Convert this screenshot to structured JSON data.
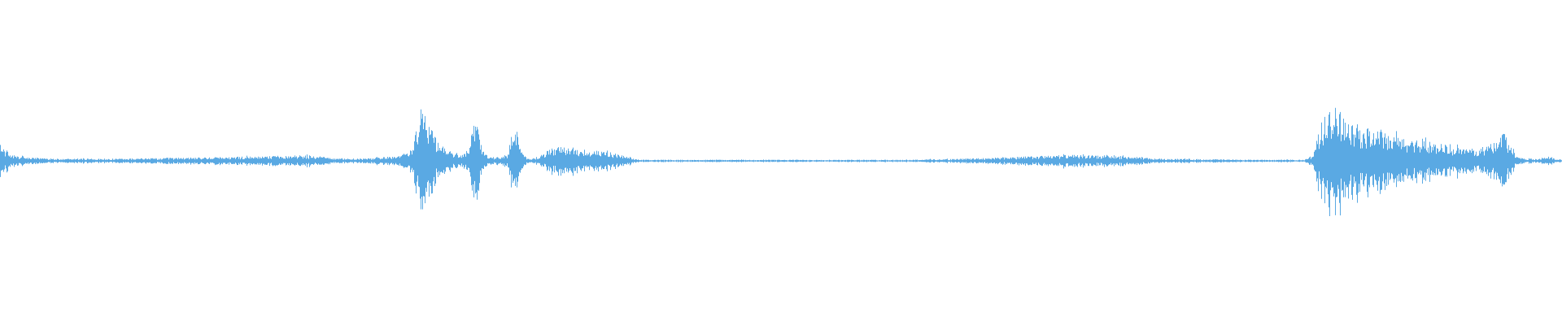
{
  "colors": {
    "background": "#ffffff",
    "waveform": "#5aa9e3"
  },
  "chart_data": {
    "type": "area",
    "mirrored": true,
    "grid": false,
    "legend": "none",
    "title": "",
    "xlabel": "",
    "ylabel": "",
    "xlim": [
      0,
      1
    ],
    "ylim": [
      -1,
      1
    ],
    "envelope": {
      "x": [
        0.0,
        0.003,
        0.01,
        0.03,
        0.08,
        0.13,
        0.17,
        0.19,
        0.205,
        0.215,
        0.222,
        0.235,
        0.24,
        0.25,
        0.258,
        0.262,
        0.266,
        0.268,
        0.27,
        0.272,
        0.275,
        0.278,
        0.285,
        0.295,
        0.3,
        0.303,
        0.306,
        0.308,
        0.312,
        0.32,
        0.325,
        0.328,
        0.33,
        0.332,
        0.334,
        0.336,
        0.34,
        0.345,
        0.35,
        0.352,
        0.356,
        0.365,
        0.375,
        0.385,
        0.395,
        0.4,
        0.405,
        0.41,
        0.415,
        0.42,
        0.43,
        0.5,
        0.56,
        0.58,
        0.62,
        0.64,
        0.66,
        0.68,
        0.7,
        0.72,
        0.74,
        0.8,
        0.835,
        0.84,
        0.843,
        0.846,
        0.85,
        0.856,
        0.862,
        0.87,
        0.88,
        0.89,
        0.9,
        0.91,
        0.92,
        0.93,
        0.94,
        0.95,
        0.955,
        0.96,
        0.962,
        0.965,
        0.97,
        0.975,
        0.985,
        0.99,
        0.995,
        1.0
      ],
      "amplitude": [
        0.14,
        0.1,
        0.04,
        0.02,
        0.02,
        0.03,
        0.04,
        0.05,
        0.04,
        0.02,
        0.02,
        0.02,
        0.03,
        0.04,
        0.06,
        0.08,
        0.25,
        0.42,
        0.56,
        0.45,
        0.35,
        0.22,
        0.1,
        0.06,
        0.1,
        0.34,
        0.3,
        0.15,
        0.04,
        0.03,
        0.06,
        0.28,
        0.3,
        0.2,
        0.08,
        0.03,
        0.02,
        0.04,
        0.08,
        0.1,
        0.12,
        0.12,
        0.1,
        0.08,
        0.06,
        0.04,
        0.02,
        0.01,
        0.01,
        0.01,
        0.01,
        0.01,
        0.01,
        0.01,
        0.02,
        0.03,
        0.04,
        0.05,
        0.05,
        0.04,
        0.02,
        0.01,
        0.01,
        0.05,
        0.2,
        0.34,
        0.42,
        0.48,
        0.38,
        0.3,
        0.26,
        0.22,
        0.2,
        0.18,
        0.16,
        0.12,
        0.1,
        0.12,
        0.16,
        0.22,
        0.3,
        0.18,
        0.06,
        0.02,
        0.02,
        0.04,
        0.02,
        0.01
      ]
    }
  }
}
